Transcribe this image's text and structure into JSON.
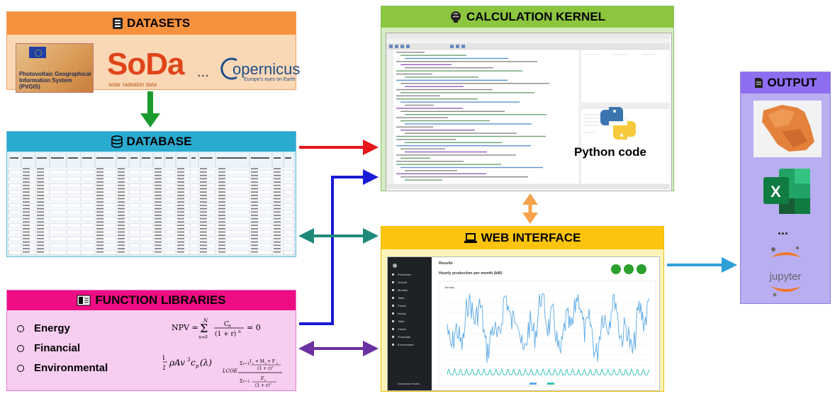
{
  "datasets": {
    "title": "DATASETS",
    "pvgis_caption": "Photovoltaic Geographical Information System (PVGIS)",
    "soda_logo": "SoDa",
    "soda_sub": "solar radiation data",
    "ellipsis": "...",
    "copernicus_logo": "opernicus",
    "copernicus_sub": "Europe's eyes on Earth"
  },
  "database": {
    "title": "DATABASE"
  },
  "function_libraries": {
    "title": "FUNCTION LIBRARIES",
    "items": [
      "Energy",
      "Financial",
      "Environmental"
    ]
  },
  "calculation_kernel": {
    "title": "CALCULATION KERNEL",
    "code_label": "Python code"
  },
  "web_interface": {
    "title": "WEB INTERFACE",
    "results_title": "Results",
    "chart_title": "Hourly production per month (kW)",
    "month": "January",
    "download": "Download results",
    "sidebar_items": [
      "Production",
      "Overall",
      "Monthly",
      "Table",
      "Charts",
      "Hourly",
      "Table",
      "Charts",
      "Financials",
      "Environment"
    ]
  },
  "output": {
    "title": "OUTPUT",
    "ellipsis": "...",
    "excel_letter": "X",
    "jupyter": "jupyter"
  },
  "colors": {
    "datasets": "#f7913e",
    "database": "#29abd0",
    "function_libraries": "#ee0d85",
    "kernel": "#8cc63f",
    "web": "#fdc40f",
    "output": "#8e6ef0",
    "arrow_green": "#1a9b2e",
    "arrow_red": "#e8161a",
    "arrow_blue": "#1a1ad6",
    "arrow_teal": "#1f8a7a",
    "arrow_purple": "#6a2fa0",
    "arrow_orange": "#f5a24a",
    "arrow_cyan": "#2ea0d6"
  }
}
